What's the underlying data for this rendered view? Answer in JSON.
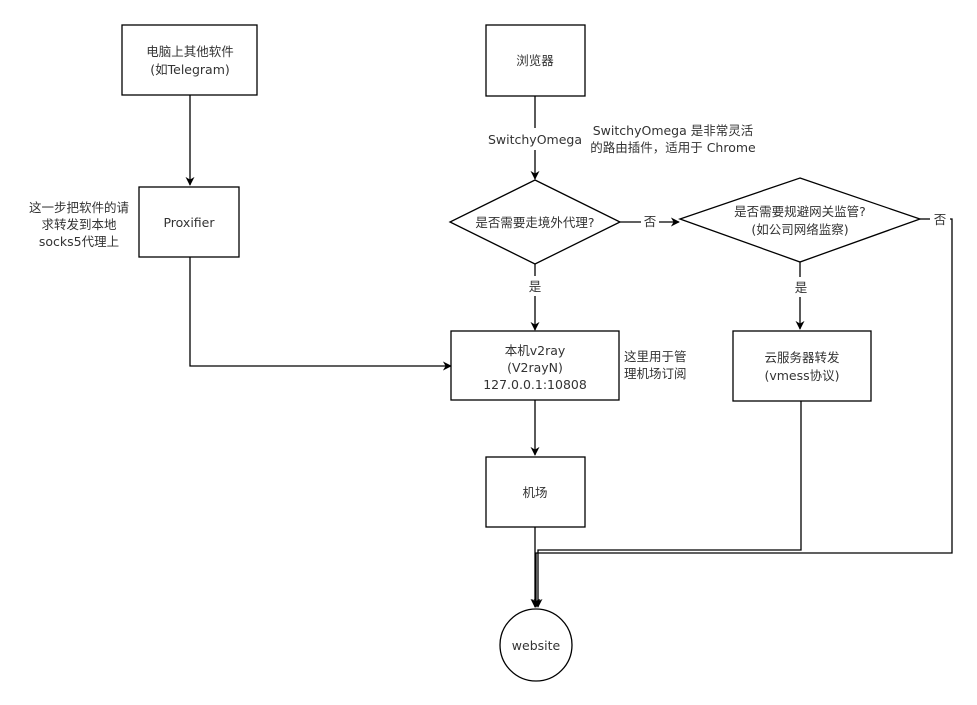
{
  "nodes": {
    "other_software": [
      "电脑上其他软件",
      "(如Telegram)"
    ],
    "browser": [
      "浏览器"
    ],
    "proxifier": [
      "Proxifier"
    ],
    "need_proxy": [
      "是否需要走境外代理?"
    ],
    "avoid_monitor": [
      "是否需要规避网关监管?",
      "(如公司网络监察)"
    ],
    "local_v2ray": [
      "本机v2ray",
      "(V2rayN)",
      "127.0.0.1:10808"
    ],
    "cloud_forward": [
      "云服务器转发",
      "(vmess协议)"
    ],
    "airport": [
      "机场"
    ],
    "website": [
      "website"
    ]
  },
  "edges": {
    "browser_to_decision": "SwitchyOmega",
    "decision_no": "否",
    "decision_yes": "是",
    "monitor_yes": "是",
    "monitor_no": "否"
  },
  "notes": {
    "proxifier_note": [
      "这一步把软件的请",
      "求转发到本地",
      "socks5代理上"
    ],
    "switchyomega_note": [
      "SwitchyOmega 是非常灵活",
      "的路由插件，适用于 Chrome"
    ],
    "v2ray_note": [
      "这里用于管",
      "理机场订阅"
    ]
  }
}
